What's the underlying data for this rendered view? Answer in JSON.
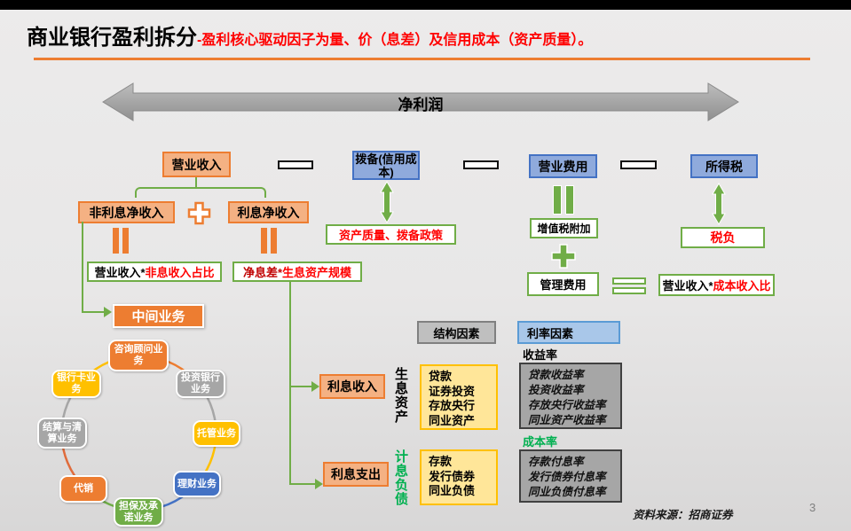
{
  "header": {
    "title": "商业银行盈利拆分",
    "subtitle": "-盈利核心驱动因子为量、价（息差）及信用成本（资产质量）。"
  },
  "net_profit": {
    "label": "净利润"
  },
  "formula_row": {
    "revenue": "营业收入",
    "provision": "拨备(信用成本)",
    "opex": "营业费用",
    "income_tax": "所得税"
  },
  "revenue_split": {
    "non_interest": "非利息净收入",
    "interest": "利息净收入",
    "non_interest_driver": {
      "black": "营业收入*",
      "red": "非息收入占比"
    },
    "interest_driver": {
      "dark": "净息差*",
      "red": "生息资产规模"
    }
  },
  "provision_driver": {
    "label": "资产质量、拨备政策"
  },
  "opex_split": {
    "vat": "增值税附加",
    "admin": "管理费用",
    "driver": {
      "black": "营业收入*",
      "red": "成本收入比"
    }
  },
  "tax_driver": {
    "label": "税负"
  },
  "intermediate_business": {
    "title": "中间业务",
    "nodes": [
      {
        "label": "咨询顾问业务",
        "color": "#ED7D31"
      },
      {
        "label": "投资银行业务",
        "color": "#A6A6A6"
      },
      {
        "label": "托管业务",
        "color": "#FFC000"
      },
      {
        "label": "理财业务",
        "color": "#4472C4"
      },
      {
        "label": "担保及承诺业务",
        "color": "#70AD47"
      },
      {
        "label": "代销",
        "color": "#ED7D31"
      },
      {
        "label": "结算与清算业务",
        "color": "#A6A6A6"
      },
      {
        "label": "银行卡业务",
        "color": "#FFC000"
      }
    ]
  },
  "interest_income": {
    "label": "利息收入",
    "category": "生息资产",
    "items": [
      "贷款",
      "证券投资",
      "存放央行",
      "同业资产"
    ]
  },
  "interest_expense": {
    "label": "利息支出",
    "category": "计息负债",
    "items": [
      "存款",
      "发行债券",
      "同业负债"
    ]
  },
  "factors": {
    "structure": "结构因素",
    "rate": "利率因素",
    "yield": {
      "title": "收益率",
      "items": [
        "贷款收益率",
        "投资收益率",
        "存放央行收益率",
        "同业资产收益率"
      ]
    },
    "cost": {
      "title": "成本率",
      "items": [
        "存款付息率",
        "发行债券付息率",
        "同业负债付息率"
      ]
    }
  },
  "footer": {
    "source": "资料来源：招商证券",
    "page": "3"
  },
  "colors": {
    "accent_orange": "#ED7D31",
    "orange_light": "#F4B183",
    "accent_blue": "#4472C4",
    "blue_light": "#8FAADC",
    "green": "#70AD47",
    "bright_green": "#00B050",
    "red": "#FF0000",
    "dark_red": "#C00000",
    "yellow": "#FFC000",
    "yellow_light": "#FFE699",
    "gray": "#A6A6A6"
  }
}
